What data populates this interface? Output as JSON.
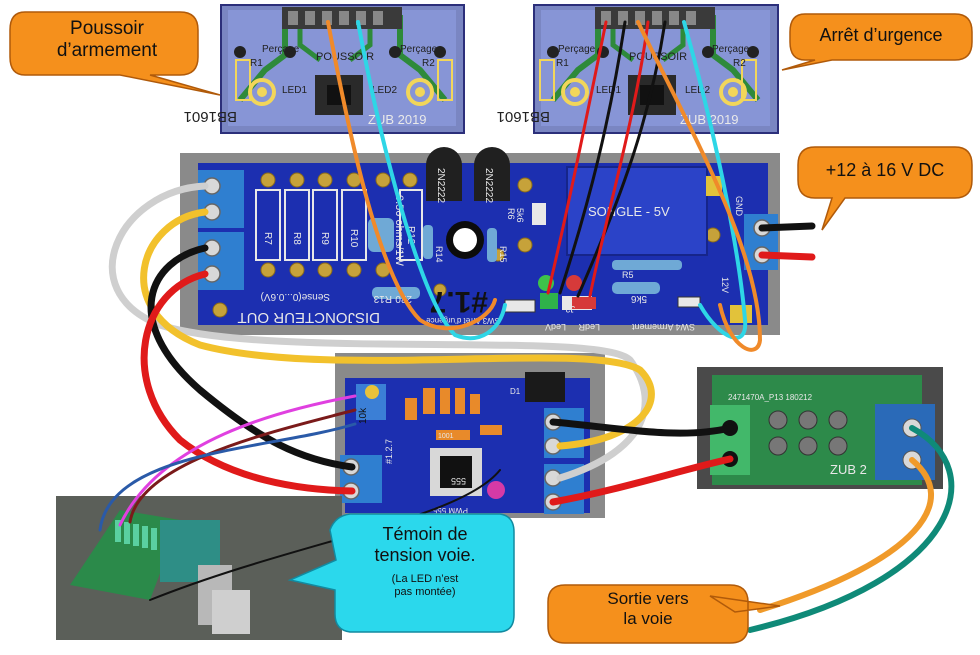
{
  "callouts": {
    "poussoir": "Poussoir\nd’armement",
    "arret": "Arrêt d’urgence",
    "alim": "+12 à 16 V DC",
    "temoin_main": "Témoin de\ntension voie.",
    "temoin_note": "(La LED n’est\npas montée)",
    "sortie": "Sortie vers\nla voie"
  },
  "board_left": {
    "labels": {
      "percage_l": "Perçage",
      "poussoir": "POUSSOIR",
      "percage_r": "Perçage",
      "r1": "R1",
      "r2": "R2",
      "led1": "LED1",
      "led2": "LED2",
      "ref": "BB1601",
      "zub": "ZUB 2019"
    }
  },
  "board_right": {
    "labels": {
      "percage_l": "Perçage",
      "poussoir": "POUSSOIR",
      "percage_r": "Perçage",
      "r1": "R1",
      "r2": "R2",
      "led1": "LED1",
      "led2": "LED2",
      "ref": "BB1601",
      "zub": "ZUB 2019"
    }
  },
  "main_board": {
    "labels": {
      "disj": "DISJONCTEUR OUT",
      "num": "#1.7",
      "songle": "SONGLE - 5V",
      "t1": "2N2222",
      "t2": "2N2222",
      "ohms": "0.56 ohms/1W",
      "r7": "R7",
      "r8": "R8",
      "r9": "R9",
      "r10": "R10",
      "r12": "R12",
      "r13": "R13",
      "r220": "220",
      "r5": "R5",
      "r6": "R6",
      "r5k6": "5k6",
      "r5k6b": "5k6",
      "r14": "R14",
      "r15": "R15",
      "sense": "Sense(0...0.6V)",
      "sw3": "SW3 Arrêt d’urgence",
      "ledv": "LedV",
      "ledr": "LedR",
      "sw4": "SW4 Armement",
      "j3": "J3",
      "pwr": "12V",
      "gnd": "GND"
    }
  },
  "pwm_board": {
    "labels": {
      "k10": "10k",
      "rev": "#1.2.7",
      "pwm": "PWM 555",
      "ic": "555",
      "d1": "D1",
      "c1": "1001"
    }
  },
  "relay_board": {
    "labels": {
      "ref": "2471470A_P13 180212",
      "zub": "ZUB 2"
    }
  }
}
